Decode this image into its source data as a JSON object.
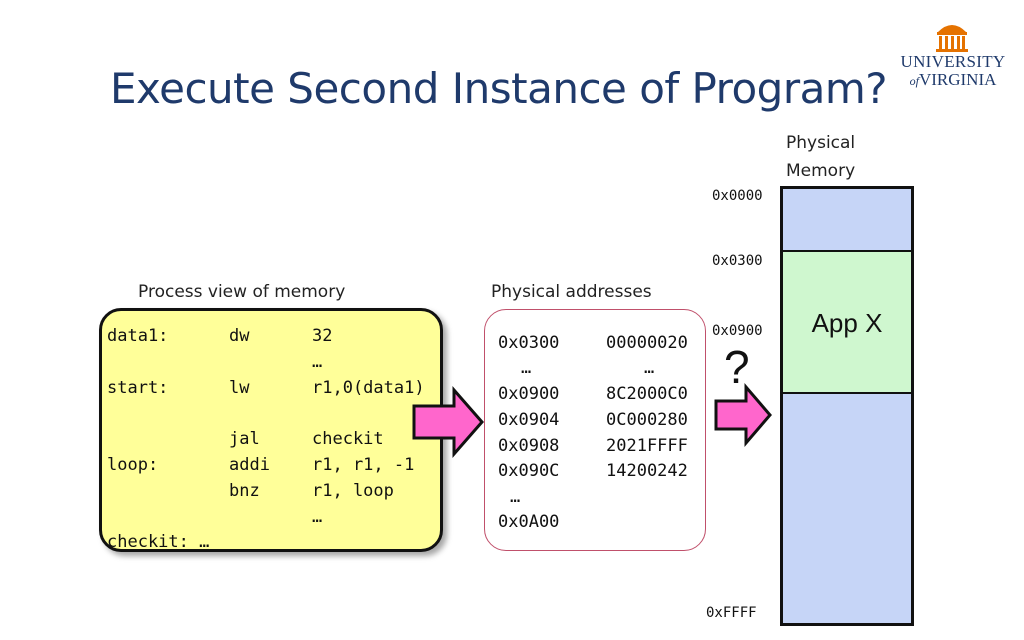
{
  "slide": {
    "title": "Execute Second Instance of Program?"
  },
  "logo": {
    "line1": "UNIVERSITY",
    "of": "of",
    "line2": "VIRGINIA",
    "rotunda_color": "#e57200",
    "text_color": "#1f3a6b"
  },
  "process_view": {
    "label": "Process view of memory",
    "rows": [
      {
        "label": "data1:",
        "op": "dw",
        "arg": "32"
      },
      {
        "label": "",
        "op": "",
        "arg": "…"
      },
      {
        "label": "start:",
        "op": "lw",
        "arg": "r1,0(data1)"
      },
      {
        "label": "",
        "op": "",
        "arg": ""
      },
      {
        "label": "",
        "op": "jal",
        "arg": "checkit"
      },
      {
        "label": "loop:",
        "op": "addi",
        "arg": "r1, r1, -1"
      },
      {
        "label": "",
        "op": "bnz",
        "arg": "r1, loop"
      },
      {
        "label": "",
        "op": "",
        "arg": "…"
      },
      {
        "label": "checkit: …",
        "op": "",
        "arg": ""
      }
    ]
  },
  "physical_addresses": {
    "label": "Physical addresses",
    "rows": [
      {
        "addr": "0x0300",
        "value": "00000020"
      },
      {
        "addr": "…",
        "value": "…"
      },
      {
        "addr": "0x0900",
        "value": "8C2000C0"
      },
      {
        "addr": "0x0904",
        "value": "0C000280"
      },
      {
        "addr": "0x0908",
        "value": "2021FFFF"
      },
      {
        "addr": "0x090C",
        "value": "14200242"
      },
      {
        "addr": "…",
        "value": ""
      },
      {
        "addr": "0x0A00",
        "value": ""
      }
    ]
  },
  "physical_memory": {
    "label_line1": "Physical",
    "label_line2": "Memory",
    "addresses": [
      "0x0000",
      "0x0300",
      "0x0900",
      "0xFFFF"
    ],
    "app_label": "App X"
  },
  "question_mark": "?",
  "colors": {
    "title": "#1f3a6b",
    "process_box_fill": "#ffff99",
    "arrow_fill": "#ff66cc",
    "memory_free": "#c6d5f7",
    "memory_app": "#cff7cf",
    "phys_box_border": "#c0506b"
  }
}
